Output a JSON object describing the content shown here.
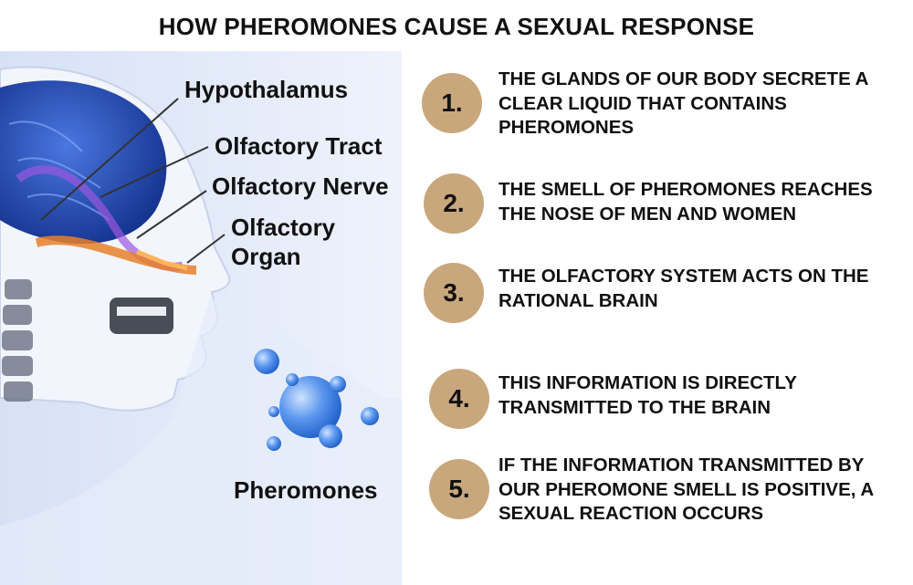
{
  "title": "HOW PHEROMONES CAUSE A SEXUAL RESPONSE",
  "labels": {
    "hypothalamus": "Hypothalamus",
    "olfactory_tract": "Olfactory Tract",
    "olfactory_nerve": "Olfactory Nerve",
    "olfactory_organ": "Olfactory Organ",
    "pheromones": "Pheromones"
  },
  "steps": [
    {
      "number": "1.",
      "text": "THE GLANDS OF OUR BODY SECRETE A CLEAR LIQUID THAT CONTAINS PHEROMONES"
    },
    {
      "number": "2.",
      "text": "THE SMELL OF PHEROMONES REACHES THE NOSE OF MEN AND WOMEN"
    },
    {
      "number": "3.",
      "text": "THE OLFACTORY SYSTEM ACTS ON THE RATIONAL BRAIN"
    },
    {
      "number": "4.",
      "text": "THIS INFORMATION IS DIRECTLY TRANSMITTED TO THE BRAIN"
    },
    {
      "number": "5.",
      "text": "IF THE INFORMATION TRANSMITTED BY OUR PHEROMONE SMELL IS POSITIVE, A SEXUAL REACTION OCCURS"
    }
  ],
  "colors": {
    "badge": "#c9a77c",
    "panel_background": "#dfe7f7",
    "brain": "#2a4fb8",
    "nerve_glow": "#e8802a",
    "pheromone_bubble": "#3d7fe0"
  }
}
